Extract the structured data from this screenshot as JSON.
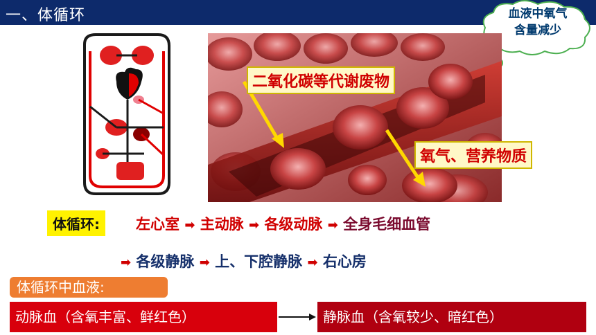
{
  "header": {
    "title": "一、体循环"
  },
  "cloud": {
    "line1": "血液中氧气",
    "line2": "含量减少"
  },
  "photo_labels": {
    "co2": "二氧化碳等代谢废物",
    "o2": "氧气、营养物质"
  },
  "flow": {
    "label": "体循环:",
    "row1": [
      "左心室",
      "主动脉",
      "各级动脉",
      "全身毛细血管"
    ],
    "row2": [
      "各级静脉",
      "上、下腔静脉",
      "右心房"
    ],
    "arrow": "➡"
  },
  "blood": {
    "tag": "体循环中血液:",
    "arterial": "动脉血（含氧丰富、鲜红色）",
    "venous": "静脉血（含氧较少、暗红色）"
  },
  "colors": {
    "header": "#0d2a6b",
    "accent_red": "#d00000",
    "orange": "#ee7d31"
  }
}
